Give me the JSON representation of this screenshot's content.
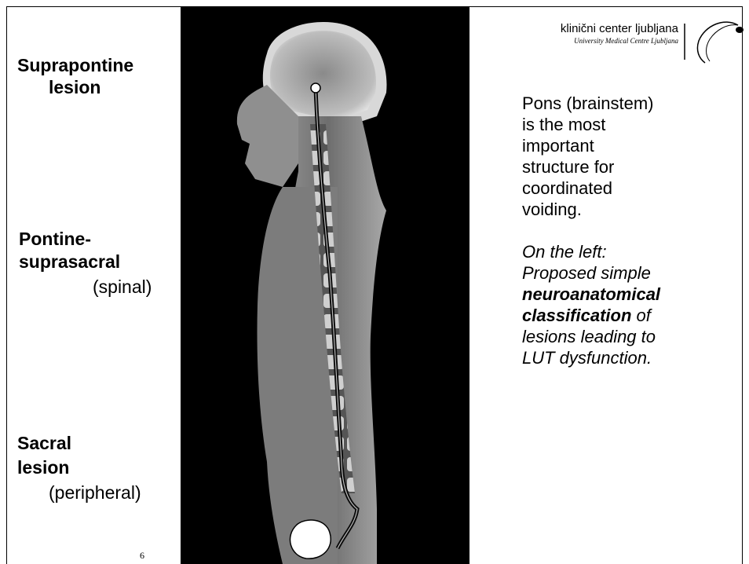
{
  "labels": {
    "suprapontine_line1": "Suprapontine",
    "suprapontine_line2": "lesion",
    "pontine_line1": "Pontine-",
    "pontine_line2": "suprasacral",
    "pontine_line3": "(spinal)",
    "sacral_line1": "Sacral",
    "sacral_line2": "lesion",
    "sacral_line3": "(peripheral)"
  },
  "logo": {
    "name": "klinični center ljubljana",
    "subtitle": "University Medical Centre Ljubljana"
  },
  "main_text": {
    "line1": "Pons (brainstem)",
    "line2": "is the most",
    "line3": "important",
    "line4": "structure for",
    "line5": "coordinated",
    "line6": "voiding.",
    "note1": "On the left:",
    "note2": "Proposed simple",
    "note3_bold": "neuroanatomical",
    "note4_bold": "classification",
    "note4_rest": " of",
    "note5": "lesions leading to",
    "note6": "LUT dysfunction."
  },
  "page_mark": "6",
  "colors": {
    "background": "#ffffff",
    "text": "#000000",
    "mri_background": "#000000"
  },
  "image": {
    "name": "sagittal-mri-spine",
    "icon": "mri-scan-image"
  }
}
